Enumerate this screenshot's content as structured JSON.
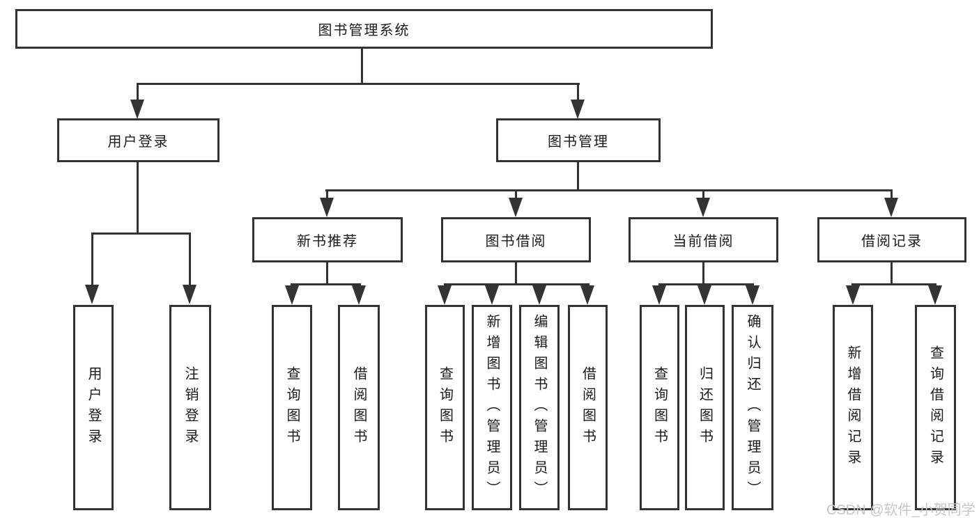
{
  "diagram": {
    "root": {
      "label": "图书管理系统"
    },
    "level1": [
      {
        "label": "用户登录"
      },
      {
        "label": "图书管理"
      }
    ],
    "level2": [
      {
        "label": "新书推荐"
      },
      {
        "label": "图书借阅"
      },
      {
        "label": "当前借阅"
      },
      {
        "label": "借阅记录"
      }
    ],
    "leaves": [
      {
        "label": "用户登录"
      },
      {
        "label": "注销登录"
      },
      {
        "label": "查询图书"
      },
      {
        "label": "借阅图书"
      },
      {
        "label": "查询图书"
      },
      {
        "label": "新增图书（管理员）"
      },
      {
        "label": "编辑图书（管理员）"
      },
      {
        "label": "借阅图书"
      },
      {
        "label": "查询图书"
      },
      {
        "label": "归还图书"
      },
      {
        "label": "确认归还（管理员）"
      },
      {
        "label": "新增借阅记录"
      },
      {
        "label": "查询借阅记录"
      }
    ],
    "watermark": "CSDN @软件_小贺同学",
    "colors": {
      "line": "#333333",
      "text": "#1a1a1a",
      "watermark": "#c6c6c6",
      "background": "#ffffff"
    }
  }
}
